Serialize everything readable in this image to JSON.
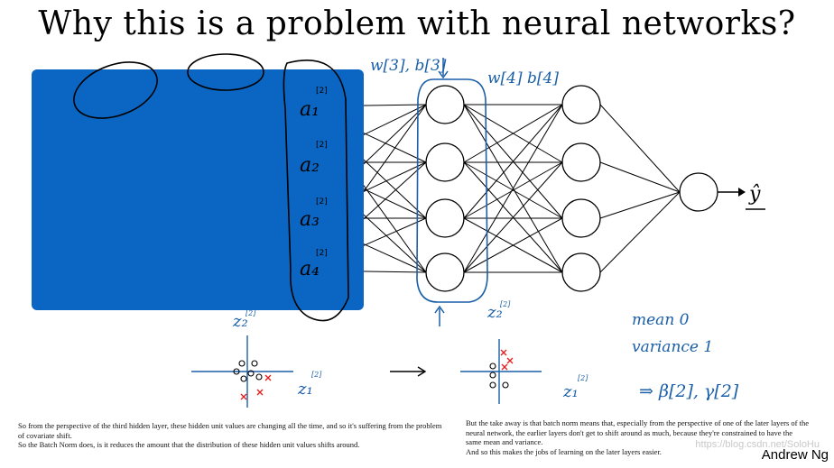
{
  "slide": {
    "title": "Why this is a problem with neural networks?",
    "author": "Andrew Ng",
    "watermark": "https://blog.csdn.net/SoloHu"
  },
  "network": {
    "output_label": "ŷ",
    "layer3_label": "w[3], b[3]",
    "layer4_label": "w[4] b[4]"
  },
  "annotations": {
    "a1": "a₁",
    "a2": "a₂",
    "a3": "a₃",
    "a4": "a₄",
    "a_superscript": "[2]",
    "z_left": "z₂",
    "z_left_sup": "[2]",
    "z_top": "z₂",
    "z_top_sup": "[2]",
    "z1_axis_left": "z₁",
    "z1_axis_left_sup": "[2]",
    "z1_axis_right": "z₁",
    "z1_axis_right_sup": "[2]",
    "mean": "mean 0",
    "variance": "variance 1",
    "params": "⇒ β[2], γ[2]"
  },
  "captions": {
    "left": [
      "So from the perspective of the third hidden layer, these hidden unit values are changing all the time, and so it's suffering from the problem of covariate shift.",
      "So the Batch Norm does, is it reduces the amount that the distribution of these hidden unit values shifts around."
    ],
    "right": [
      "But the take away is that batch norm means that, especially from the perspective of one of the later layers of the neural network, the earlier layers don't get to shift around as much, because they're constrained to have the same mean and variance.",
      "And so this makes the jobs of learning on the later layers easier."
    ]
  },
  "colors": {
    "mask": "#0a66c2",
    "ink_black": "#000000",
    "ink_blue": "#1a5fa8",
    "ink_red": "#e02020"
  }
}
